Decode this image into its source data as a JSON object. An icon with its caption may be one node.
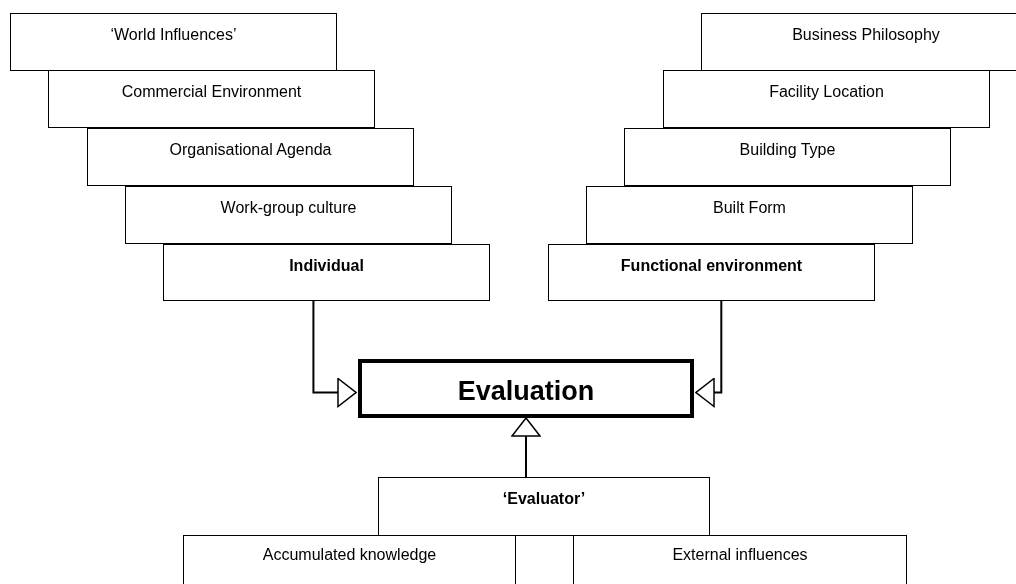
{
  "diagram": {
    "nodes": [
      {
        "text": [
          "‘World Influences’"
        ]
      },
      {
        "text": [
          "Commercial Environment"
        ]
      },
      {
        "text": [
          "Organisational Agenda"
        ]
      },
      {
        "text": [
          "Work-group culture"
        ]
      },
      {
        "text": [
          "Individual"
        ]
      },
      {
        "text": [
          "Business Philosophy"
        ]
      },
      {
        "text": [
          "Facility Location"
        ]
      },
      {
        "text": [
          "Building Type"
        ]
      },
      {
        "text": [
          "Built Form"
        ]
      },
      {
        "text": [
          "Functional environment"
        ]
      },
      {
        "text": [
          "Evaluation"
        ]
      },
      {
        "text": [
          "‘Evaluator’"
        ]
      },
      {
        "text": [
          "Accumulated knowledge"
        ]
      },
      {
        "text": [
          "External influences"
        ]
      }
    ],
    "edges": [
      {
        "from": 4,
        "to": 10,
        "arrow": "to"
      },
      {
        "from": 9,
        "to": 10,
        "arrow": "to"
      },
      {
        "from": 11,
        "to": 10,
        "arrow": "to"
      }
    ]
  }
}
